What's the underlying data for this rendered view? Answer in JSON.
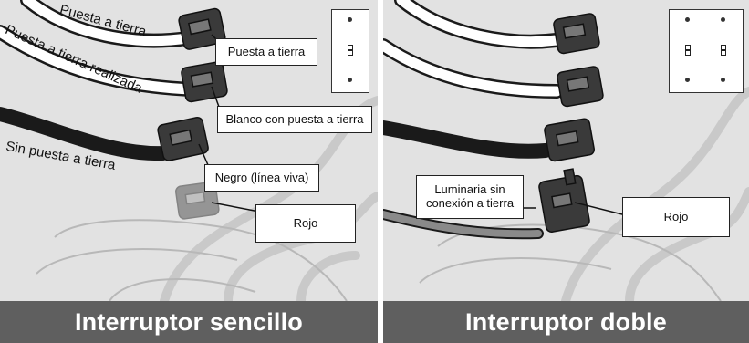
{
  "panels": {
    "single": {
      "title": "Interruptor sencillo",
      "wire_labels": {
        "ground": "Puesta a tierra",
        "grounded": "Puesta a tierra realizada",
        "ungrounded": "Sin puesta a tierra"
      },
      "callouts": {
        "ground": "Puesta a tierra",
        "white": "Blanco con puesta a tierra",
        "black": "Negro (línea viva)",
        "red": "Rojo"
      }
    },
    "double": {
      "title": "Interruptor doble",
      "callouts": {
        "fixture": "Luminaria sin conexión a tierra",
        "red": "Rojo"
      }
    }
  },
  "colors": {
    "background": "#e2e2e2",
    "footer": "#5f5f5f",
    "wire_black": "#1a1a1a",
    "wire_gray": "#777777",
    "connector": "#3a3a3a"
  }
}
